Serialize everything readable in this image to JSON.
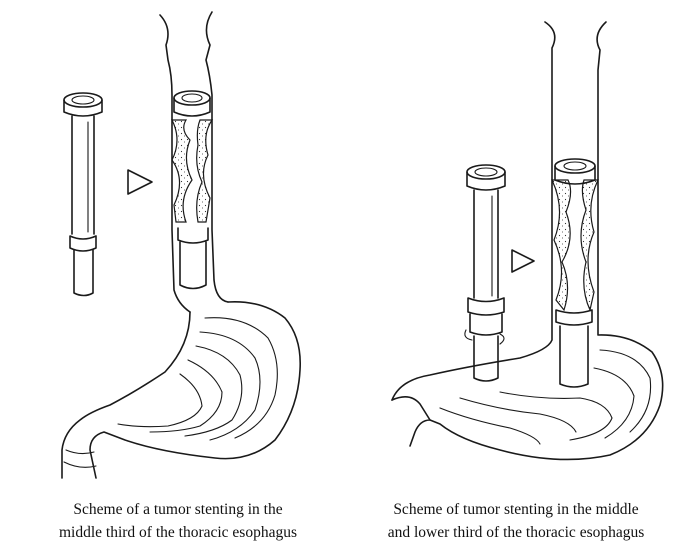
{
  "figure": {
    "panels": [
      {
        "id": "left",
        "caption_line1": "Scheme of a tumor stenting in the",
        "caption_line2": "middle third of the thoracic esophagus"
      },
      {
        "id": "right",
        "caption_line1": "Scheme of tumor stenting in the middle",
        "caption_line2": "and lower third of the thoracic esophagus"
      }
    ]
  }
}
